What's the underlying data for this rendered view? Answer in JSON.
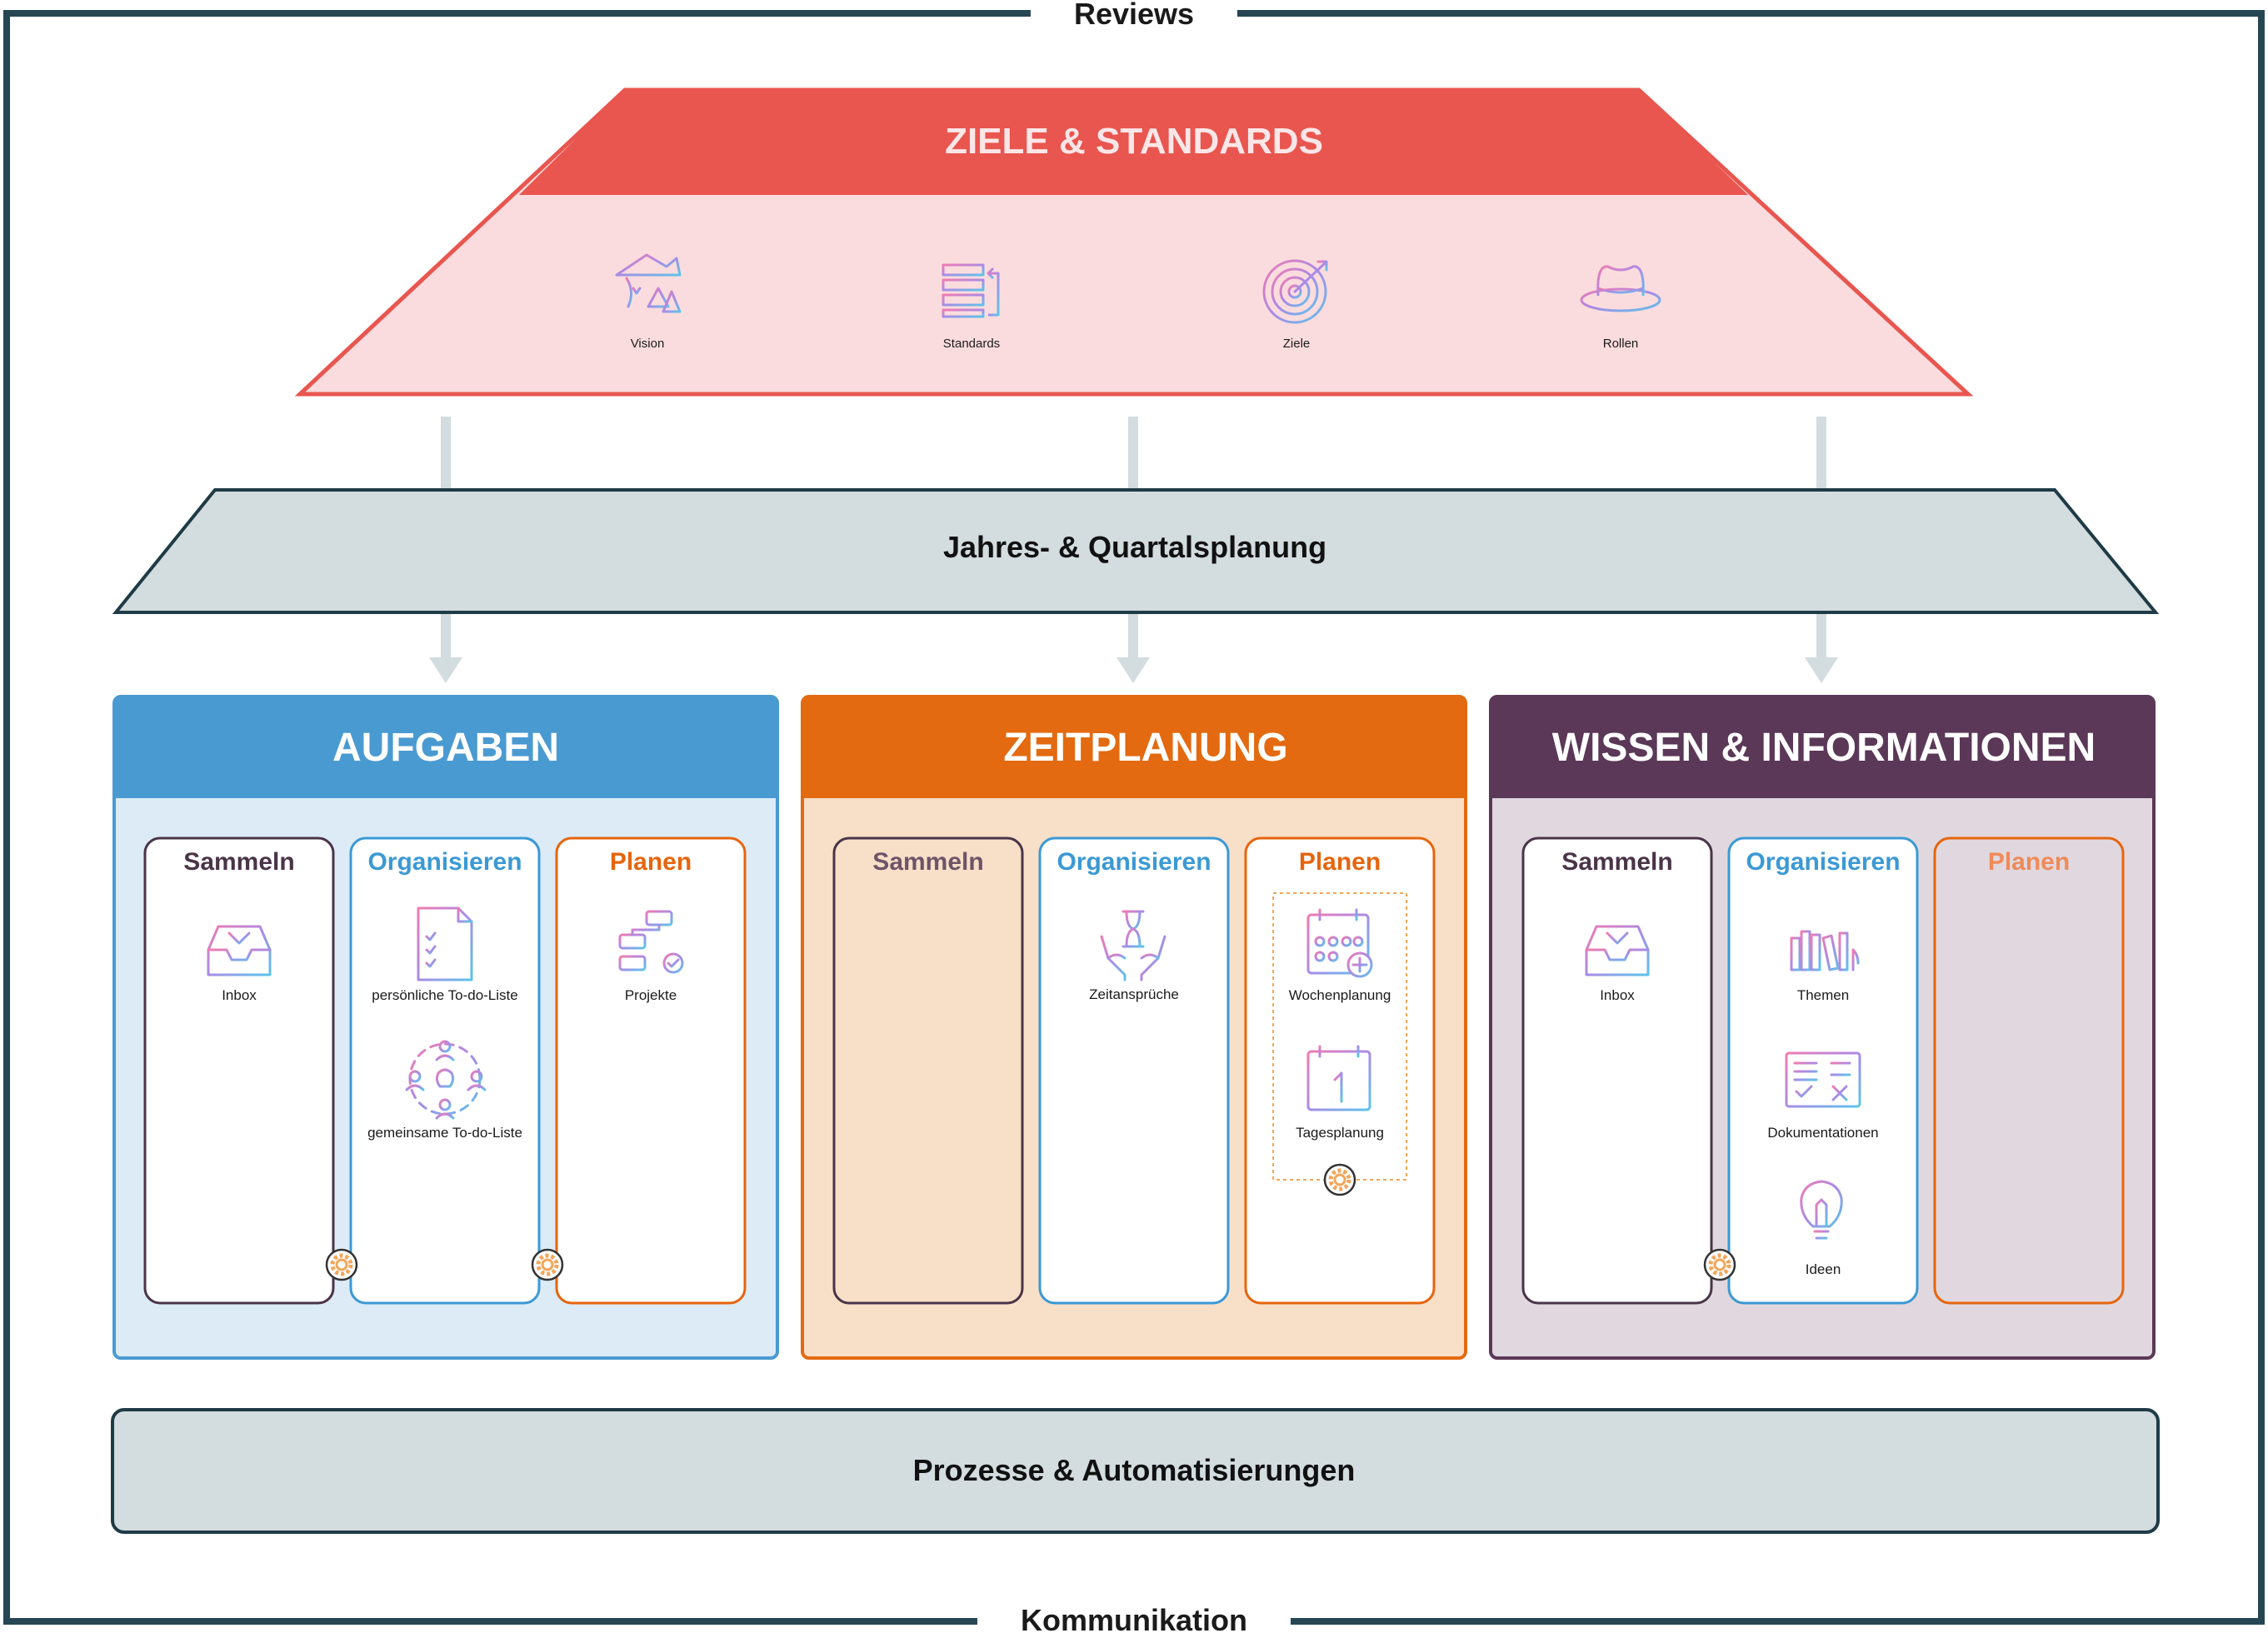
{
  "frame": {
    "top_label": "Reviews",
    "bottom_label": "Kommunikation"
  },
  "goals": {
    "title": "ZIELE & STANDARDS",
    "items": [
      {
        "label": "Vision",
        "icon": "mountain-landscape-icon"
      },
      {
        "label": "Standards",
        "icon": "stack-layers-icon"
      },
      {
        "label": "Ziele",
        "icon": "target-icon"
      },
      {
        "label": "Rollen",
        "icon": "hat-icon"
      }
    ]
  },
  "planning": {
    "title": "Jahres- & Quartalsplanung"
  },
  "sections": [
    {
      "title": "AUFGABEN",
      "columns": [
        {
          "title": "Sammeln",
          "items": [
            {
              "label": "Inbox",
              "icon": "inbox-tray-icon"
            }
          ]
        },
        {
          "title": "Organisieren",
          "items": [
            {
              "label": "persönliche To-do-Liste",
              "icon": "checklist-document-icon"
            },
            {
              "label": "gemeinsame To-do-Liste",
              "icon": "team-idea-icon"
            }
          ]
        },
        {
          "title": "Planen",
          "items": [
            {
              "label": "Projekte",
              "icon": "project-flow-icon"
            }
          ]
        }
      ]
    },
    {
      "title": "ZEITPLANUNG",
      "columns": [
        {
          "title": "Sammeln",
          "items": []
        },
        {
          "title": "Organisieren",
          "items": [
            {
              "label": "Zeitansprüche",
              "icon": "hourglass-hands-icon"
            }
          ]
        },
        {
          "title": "Planen",
          "items": [
            {
              "label": "Wochenplanung",
              "icon": "calendar-add-icon"
            },
            {
              "label": "Tagesplanung",
              "icon": "calendar-day-icon"
            }
          ]
        }
      ]
    },
    {
      "title": "WISSEN & INFORMATIONEN",
      "columns": [
        {
          "title": "Sammeln",
          "items": [
            {
              "label": "Inbox",
              "icon": "inbox-tray-icon"
            }
          ]
        },
        {
          "title": "Organisieren",
          "items": [
            {
              "label": "Themen",
              "icon": "books-icon"
            },
            {
              "label": "Dokumentationen",
              "icon": "documentation-icon"
            },
            {
              "label": "Ideen",
              "icon": "lightbulb-icon"
            }
          ]
        },
        {
          "title": "Planen",
          "items": []
        }
      ]
    }
  ],
  "processes": {
    "title": "Prozesse & Automatisierungen"
  },
  "colors": {
    "frame": "#264653",
    "goals_header": "#e8564f",
    "goals_body": "#fbdcde",
    "planning": "#d3dcdf",
    "tasks": "#4a9ad2",
    "tasks_bg": "#dcebf6",
    "time": "#e36a10",
    "time_bg": "#f8dfc8",
    "knowledge": "#5b3857",
    "knowledge_bg": "#e0d8de",
    "collect": "#4a3448",
    "organize": "#3b99d4",
    "plan": "#e6650e",
    "gear": "#f2a65a"
  }
}
